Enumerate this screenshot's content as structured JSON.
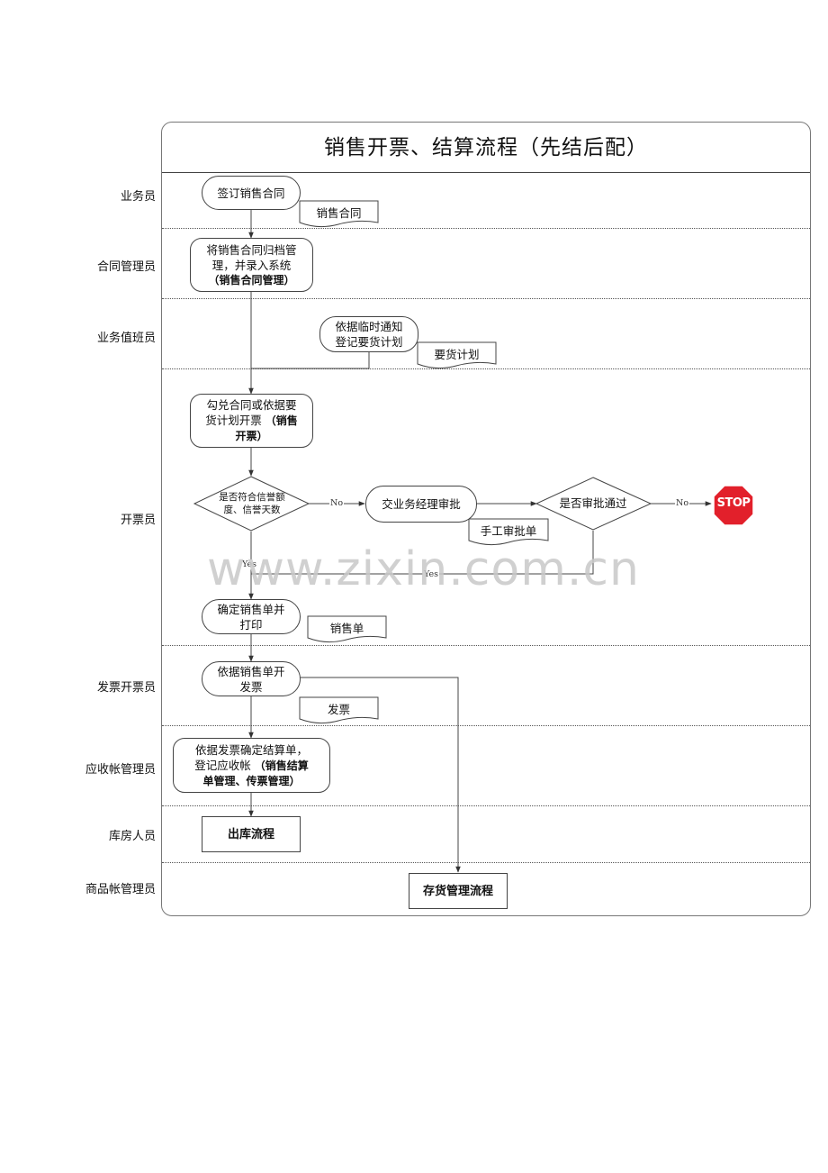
{
  "title": "销售开票、结算流程（先结后配）",
  "watermark": "www.zixin.com.cn",
  "lanes": [
    {
      "label": "业务员"
    },
    {
      "label": "合同管理员"
    },
    {
      "label": "业务值班员"
    },
    {
      "label": "开票员"
    },
    {
      "label": "发票开票员"
    },
    {
      "label": "应收帐管理员"
    },
    {
      "label": "库房人员"
    },
    {
      "label": "商品帐管理员"
    }
  ],
  "nodes": {
    "sign_contract": {
      "text": "签订销售合同"
    },
    "archive_contract": {
      "line1": "将销售合同归档管",
      "line2": "理，并录入系统",
      "bold": "（销售合同管理）"
    },
    "register_plan": {
      "line1": "依据临时通知",
      "line2": "登记要货计划"
    },
    "check_contract": {
      "line1": "勾兑合同或依据要",
      "line2": "货计划开票  ",
      "bold_inline": "（销售",
      "bold": "开票）"
    },
    "credit_check": {
      "line1": "是否符合信誉额",
      "line2": "度、信誉天数"
    },
    "manager_approve": {
      "text": "交业务经理审批"
    },
    "approved_check": {
      "text": "是否审批通过"
    },
    "stop": {
      "text": "STOP"
    },
    "print_order": {
      "line1": "确定销售单并",
      "line2": "打印"
    },
    "issue_invoice": {
      "line1": "依据销售单开",
      "line2": "发票"
    },
    "settlement": {
      "line1": "依据发票确定结算单，",
      "line2": "登记应收帐  ",
      "bold_inline": "（销售结算",
      "bold": "单管理、传票管理）"
    },
    "outbound": {
      "text": "出库流程"
    },
    "inventory": {
      "text": "存货管理流程"
    }
  },
  "documents": {
    "contract_doc": "销售合同",
    "plan_doc": "要货计划",
    "manual_approval_doc": "手工审批单",
    "sales_order_doc": "销售单",
    "invoice_doc": "发票"
  },
  "edge_labels": {
    "no_1": "No",
    "no_2": "No",
    "yes_1": "Yes",
    "yes_2": "Yes"
  },
  "colors": {
    "stop_fill": "#e2202b",
    "line": "#444444",
    "separator": "#555555"
  }
}
